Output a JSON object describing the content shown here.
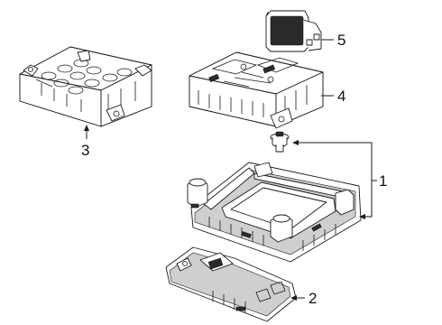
{
  "diagram": {
    "callouts": [
      {
        "id": "1",
        "label": "1"
      },
      {
        "id": "2",
        "label": "2"
      },
      {
        "id": "3",
        "label": "3"
      },
      {
        "id": "4",
        "label": "4"
      },
      {
        "id": "5",
        "label": "5"
      }
    ],
    "parts": [
      {
        "callout": "1",
        "icon": "console-housing-icon"
      },
      {
        "callout": "2",
        "icon": "map-lamp-lens-icon"
      },
      {
        "callout": "3",
        "icon": "bracket-tray-icon"
      },
      {
        "callout": "4",
        "icon": "control-module-icon"
      },
      {
        "callout": "5",
        "icon": "connector-icon"
      },
      {
        "callout": "1",
        "icon": "push-clip-icon"
      }
    ]
  }
}
